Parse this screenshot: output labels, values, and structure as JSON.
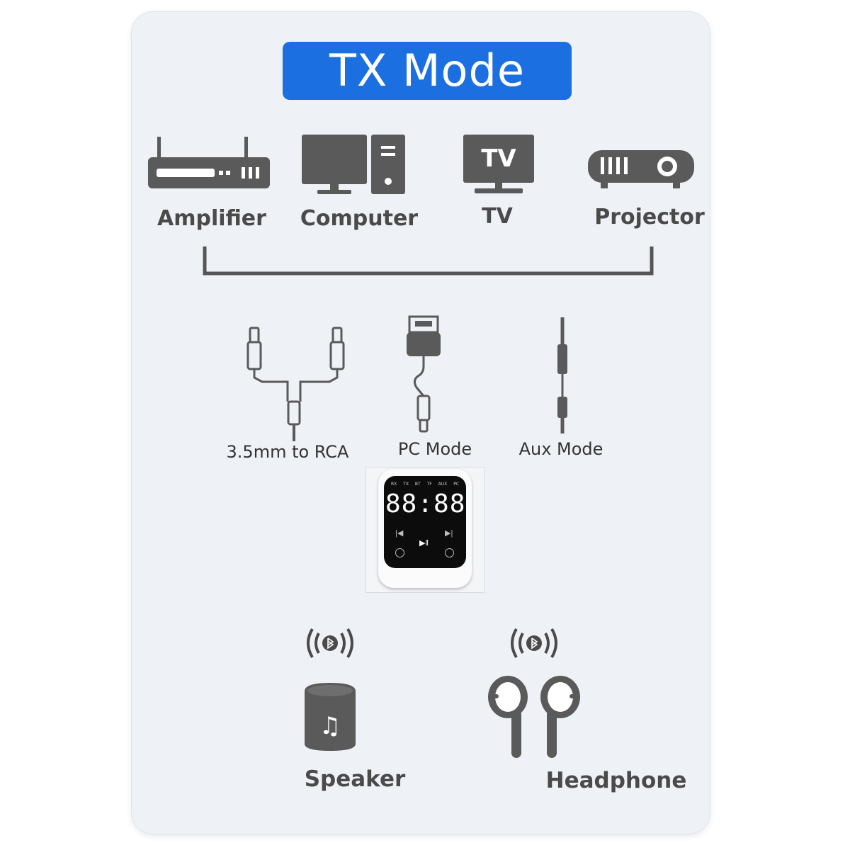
{
  "title": "TX Mode",
  "sources": [
    {
      "label": "Amplifier",
      "icon": "amplifier-icon"
    },
    {
      "label": "Computer",
      "icon": "computer-icon"
    },
    {
      "label": "TV",
      "icon": "tv-icon",
      "screen_text": "TV"
    },
    {
      "label": "Projector",
      "icon": "projector-icon"
    }
  ],
  "cables": [
    {
      "label": "3.5mm to RCA",
      "icon": "rca-cable-icon"
    },
    {
      "label": "PC Mode",
      "icon": "usb-cable-icon"
    },
    {
      "label": "Aux Mode",
      "icon": "aux-cable-icon"
    }
  ],
  "device": {
    "display": "88:88",
    "indicators": [
      "RX",
      "TX",
      "BT",
      "TF",
      "AUX",
      "PC"
    ]
  },
  "outputs": [
    {
      "label": "Speaker",
      "icon": "speaker-icon"
    },
    {
      "label": "Headphone",
      "icon": "earbuds-icon"
    }
  ],
  "colors": {
    "accent": "#1b6fe0",
    "icon_gray": "#5a5a5a",
    "background": "#eef1f6"
  }
}
